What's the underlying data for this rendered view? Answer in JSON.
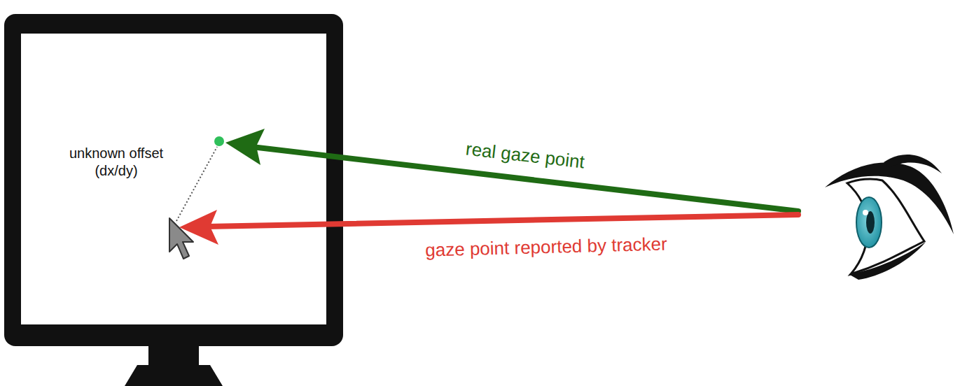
{
  "diagram": {
    "labels": [
      "unknown offset (dx/dy)",
      "real gaze point",
      "gaze point reported by tracker"
    ]
  }
}
